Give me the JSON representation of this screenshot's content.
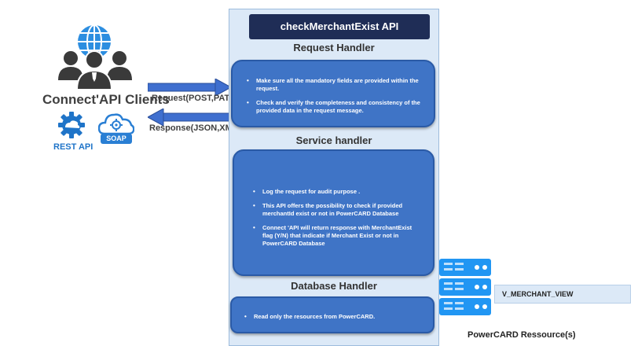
{
  "clients": {
    "title": "Connect'API Clients",
    "rest_label": "REST API",
    "soap_label": "SOAP"
  },
  "arrows": {
    "request_label": "Request(POST,PATCH)",
    "response_label": "Response(JSON,XML)"
  },
  "api": {
    "title": "checkMerchantExist API"
  },
  "request_handler": {
    "title": "Request Handler",
    "bullets": [
      "Make sure all the mandatory fields are provided within the request.",
      "Check and verify the completeness and consistency of the provided data in the request message."
    ]
  },
  "service_handler": {
    "title": "Service handler",
    "bullets": [
      "Log the request for audit purpose .",
      "This API offers the possibility to check if provided merchantId exist or not in PowerCARD Database",
      "Connect 'API will return response with MerchantExist flag (Y/N) that indicate if Merchant Exist or not in PowerCARD Database"
    ]
  },
  "database_handler": {
    "title": "Database Handler",
    "bullets": [
      "Read only the resources from PowerCARD."
    ]
  },
  "database": {
    "view_label": "V_MERCHANT_VIEW",
    "resources_label": "PowerCARD Ressource(s)"
  },
  "colors": {
    "handler_blue": "#3f74c6",
    "title_navy": "#1f2d56",
    "panel_bg": "#dce9f7",
    "server_blue": "#2196f3"
  }
}
